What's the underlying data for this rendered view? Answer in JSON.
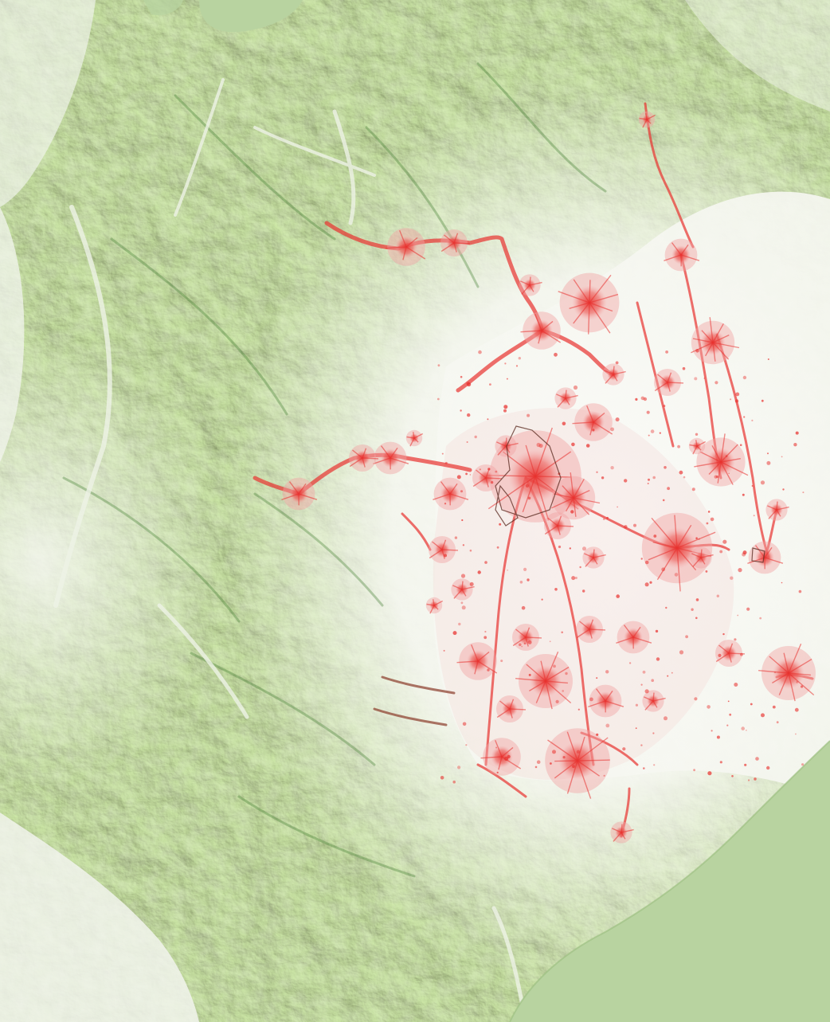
{
  "map": {
    "style": "shaded-relief",
    "colors": {
      "relief_green": "#6f9f4c",
      "relief_dark": "#3f7a2e",
      "lowland": "#f4f6ef",
      "water": "#b8d3a0",
      "urban_red": "#e8322f",
      "urban_pink": "#f2a4a4"
    },
    "layers": [
      "terrain-relief",
      "lakes",
      "sea",
      "river-valleys",
      "urban-areas",
      "admin-outlines"
    ]
  }
}
